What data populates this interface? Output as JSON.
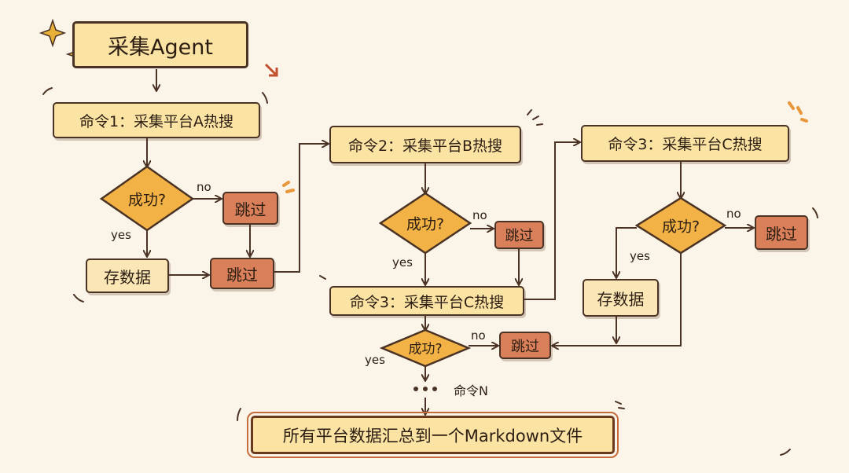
{
  "title": "采集Agent",
  "nodes": {
    "cmd1": "命令1：采集平台A热搜",
    "cmd2": "命令2：采集平台B热搜",
    "cmd3_right": "命令3：采集平台C热搜",
    "cmd3_mid": "命令3：采集平台C热搜",
    "decision": "成功?",
    "skip": "跳过",
    "save": "存数据",
    "cmd_n": "命令N",
    "ellipsis": "•••",
    "final": "所有平台数据汇总到一个Markdown文件"
  },
  "edge_labels": {
    "no": "no",
    "yes": "yes"
  },
  "colors": {
    "background": "#fbf4e8",
    "command_fill": "#fbe3a4",
    "decision_fill": "#f2b246",
    "skip_fill": "#d9805a",
    "save_fill": "#fbe6b6",
    "stroke": "#4a3324"
  }
}
